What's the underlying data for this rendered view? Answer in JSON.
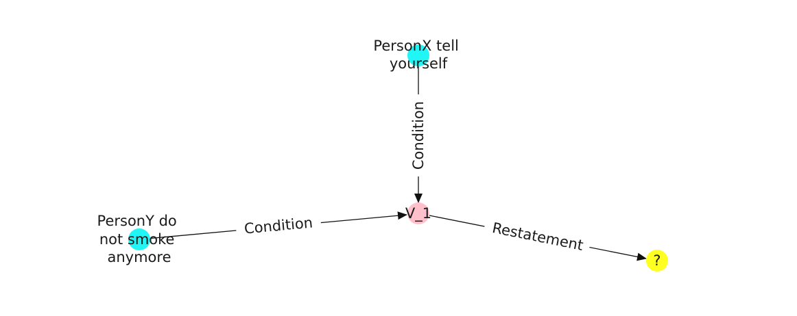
{
  "colors": {
    "premise": "#22f5f5",
    "variable": "#ffc0cb",
    "unknown": "#ffff22",
    "edge": "#111111"
  },
  "nodes": {
    "personx": {
      "label_lines": [
        "PersonX tell",
        "yourself"
      ],
      "color": "premise"
    },
    "persony": {
      "label_lines": [
        "PersonY do",
        "not smoke",
        "anymore"
      ],
      "color": "premise"
    },
    "v1": {
      "label": "V_1",
      "color": "variable"
    },
    "unknown": {
      "label": "?",
      "color": "unknown"
    }
  },
  "edges": {
    "personx_to_v1": {
      "label": "Condition"
    },
    "persony_to_v1": {
      "label": "Condition"
    },
    "v1_to_unknown": {
      "label": "Restatement"
    }
  }
}
